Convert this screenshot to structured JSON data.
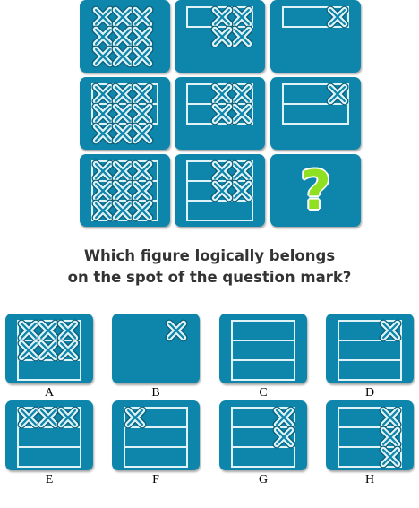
{
  "question": {
    "line1": "Which figure logically belongs",
    "line2": "on the spot of the question mark?"
  },
  "missing_symbol": "?",
  "colors": {
    "tile": "#0e86ab",
    "line": "#dff3f7",
    "accent": "#8ee021"
  },
  "icons": {
    "mark": "cross-icon",
    "missing": "question-mark-icon"
  },
  "matrix": [
    {
      "id": "r1c1",
      "box_rows": 0,
      "crosses": [
        3,
        3,
        3
      ],
      "align": "left"
    },
    {
      "id": "r1c2",
      "box_rows": 1,
      "crosses": [
        2,
        2
      ],
      "align": "right"
    },
    {
      "id": "r1c3",
      "box_rows": 1,
      "crosses": [
        1
      ],
      "align": "right"
    },
    {
      "id": "r2c1",
      "box_rows": 2,
      "crosses": [
        3,
        3,
        3
      ],
      "align": "left"
    },
    {
      "id": "r2c2",
      "box_rows": 2,
      "crosses": [
        2,
        2
      ],
      "align": "right"
    },
    {
      "id": "r2c3",
      "box_rows": 2,
      "crosses": [
        1
      ],
      "align": "right"
    },
    {
      "id": "r3c1",
      "box_rows": 3,
      "crosses": [
        3,
        3,
        3
      ],
      "align": "left"
    },
    {
      "id": "r3c2",
      "box_rows": 3,
      "crosses": [
        2,
        2
      ],
      "align": "right"
    },
    {
      "id": "r3c3",
      "missing": true
    }
  ],
  "options": [
    {
      "label": "A",
      "box_rows": 3,
      "crosses": [
        3,
        3
      ],
      "align": "left"
    },
    {
      "label": "B",
      "box_rows": 0,
      "crosses": [
        1
      ],
      "align": "right"
    },
    {
      "label": "C",
      "box_rows": 3,
      "crosses": [],
      "align": "right"
    },
    {
      "label": "D",
      "box_rows": 3,
      "crosses": [
        1
      ],
      "align": "right"
    },
    {
      "label": "E",
      "box_rows": 3,
      "crosses": [
        3
      ],
      "align": "left"
    },
    {
      "label": "F",
      "box_rows": 3,
      "crosses": [
        1
      ],
      "align": "left"
    },
    {
      "label": "G",
      "box_rows": 3,
      "crosses": [
        1,
        1
      ],
      "align": "right"
    },
    {
      "label": "H",
      "box_rows": 3,
      "crosses": [
        1,
        1,
        1
      ],
      "align": "right"
    }
  ]
}
